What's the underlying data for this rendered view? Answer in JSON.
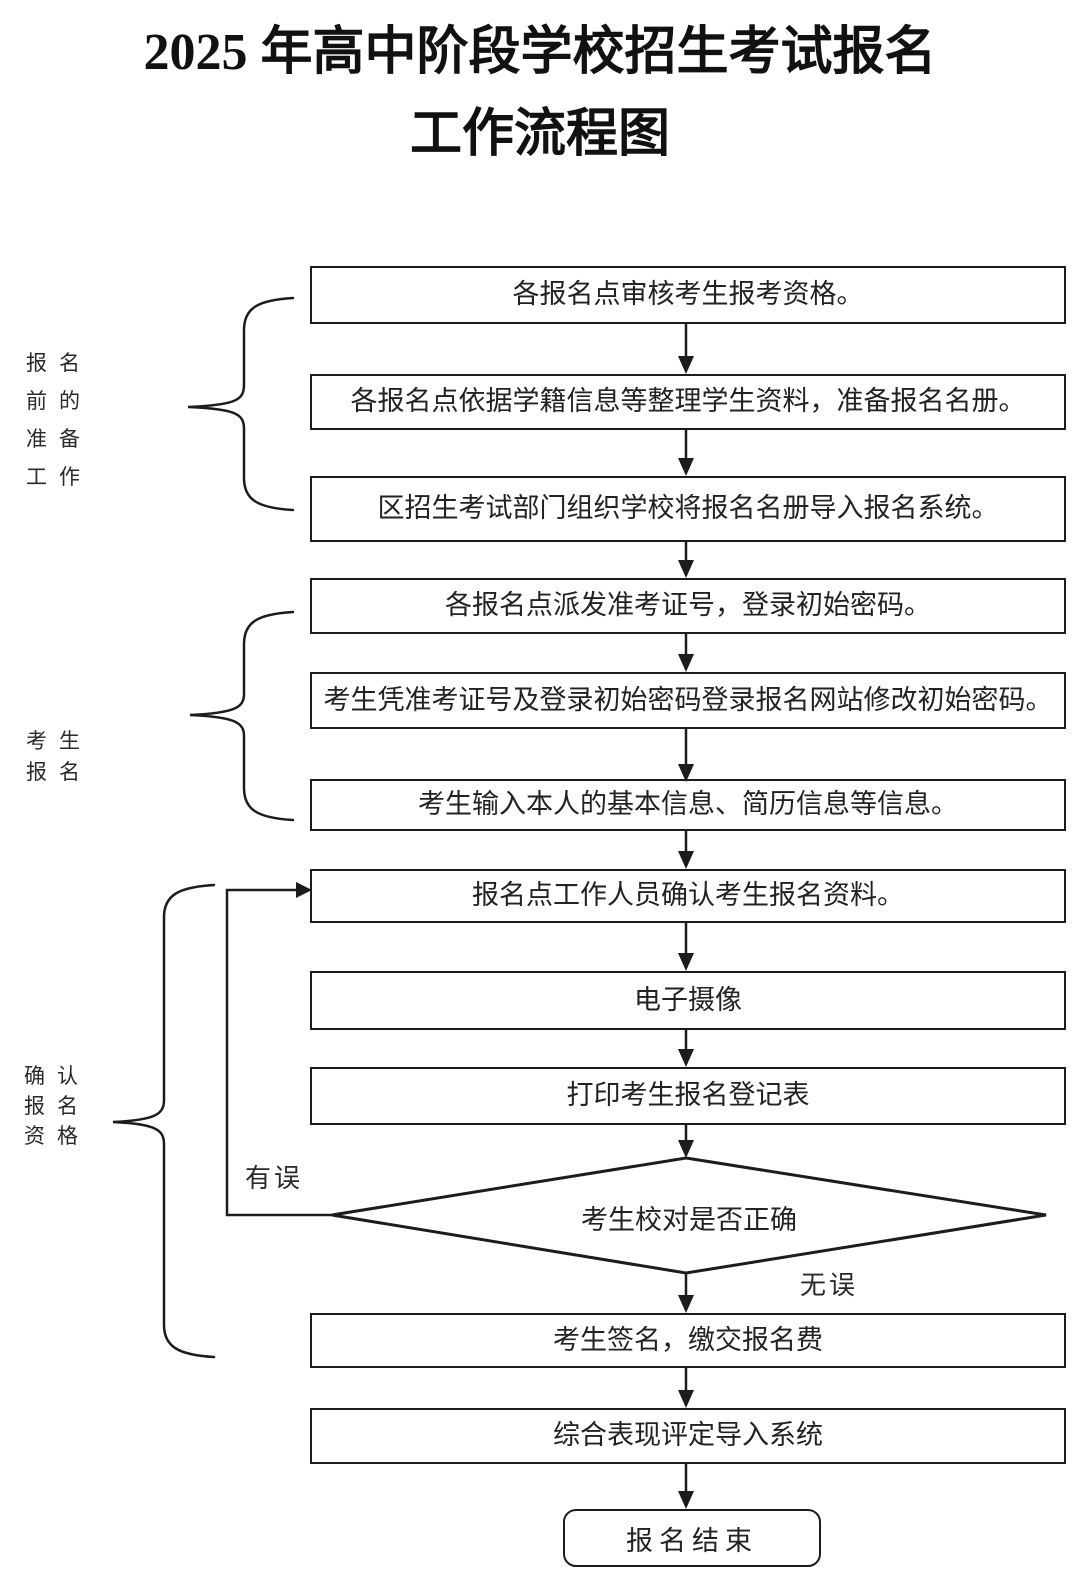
{
  "page": {
    "title_line1": "2025 年高中阶段学校招生考试报名",
    "title_line2": "工作流程图"
  },
  "side_groups": [
    {
      "name": "preparation-before-registration",
      "lines": [
        "报名",
        "前的",
        "准备",
        "工作"
      ]
    },
    {
      "name": "candidate-registration",
      "lines": [
        "考生",
        "报名"
      ]
    },
    {
      "name": "confirm-registration-qualification",
      "lines": [
        "确认",
        "报名",
        "资格"
      ]
    }
  ],
  "steps": [
    {
      "id": "s1",
      "text": "各报名点审核考生报考资格。"
    },
    {
      "id": "s2",
      "text": "各报名点依据学籍信息等整理学生资料，准备报名名册。"
    },
    {
      "id": "s3",
      "text": "区招生考试部门组织学校将报名名册导入报名系统。"
    },
    {
      "id": "s4",
      "text": "各报名点派发准考证号，登录初始密码。"
    },
    {
      "id": "s5",
      "text": "考生凭准考证号及登录初始密码登录报名网站修改初始密码。"
    },
    {
      "id": "s6",
      "text": "考生输入本人的基本信息、简历信息等信息。"
    },
    {
      "id": "s7",
      "text": "报名点工作人员确认考生报名资料。"
    },
    {
      "id": "s8",
      "text": "电子摄像"
    },
    {
      "id": "s9",
      "text": "打印考生报名登记表"
    },
    {
      "id": "s10",
      "text": "考生签名，缴交报名费"
    },
    {
      "id": "s11",
      "text": "综合表现评定导入系统"
    }
  ],
  "decision": {
    "text": "考生校对是否正确",
    "branch_error": "有误",
    "branch_ok": "无误"
  },
  "terminal": {
    "text": "报名结束"
  },
  "colors": {
    "line": "#1c1c1c",
    "text": "#222222",
    "background": "#ffffff"
  }
}
